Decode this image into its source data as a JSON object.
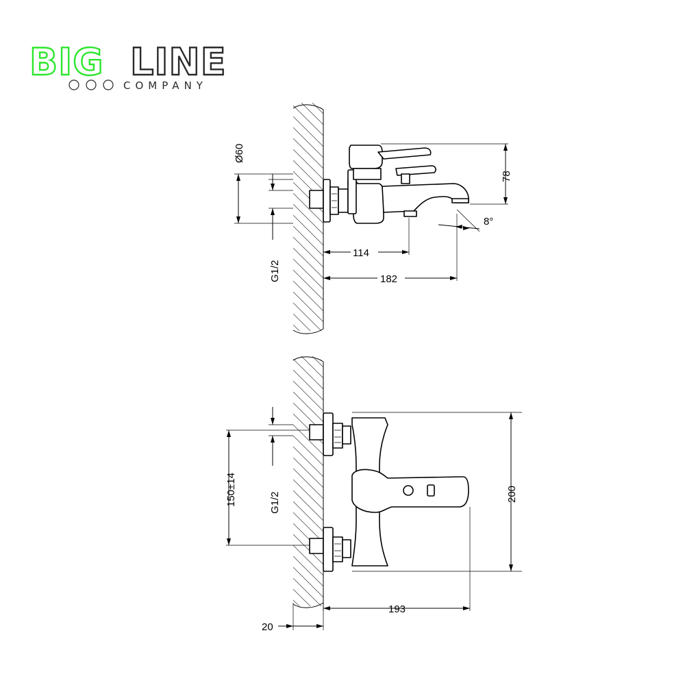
{
  "brand": {
    "part1": "BIG",
    "part2": "LINE",
    "subtitle": "COMPANY",
    "colors": {
      "green": "#2ee62e",
      "dark": "#2a2a2a"
    }
  },
  "top_view": {
    "diameter": "Ø60",
    "height": "78",
    "angle": "8°",
    "depth_spout_outlet": "114",
    "depth_spout": "182",
    "thread": "G1/2"
  },
  "front_view": {
    "center_distance": "150±14",
    "thread": "G1/2",
    "height": "200",
    "width": "193",
    "wall_offset": "20"
  }
}
